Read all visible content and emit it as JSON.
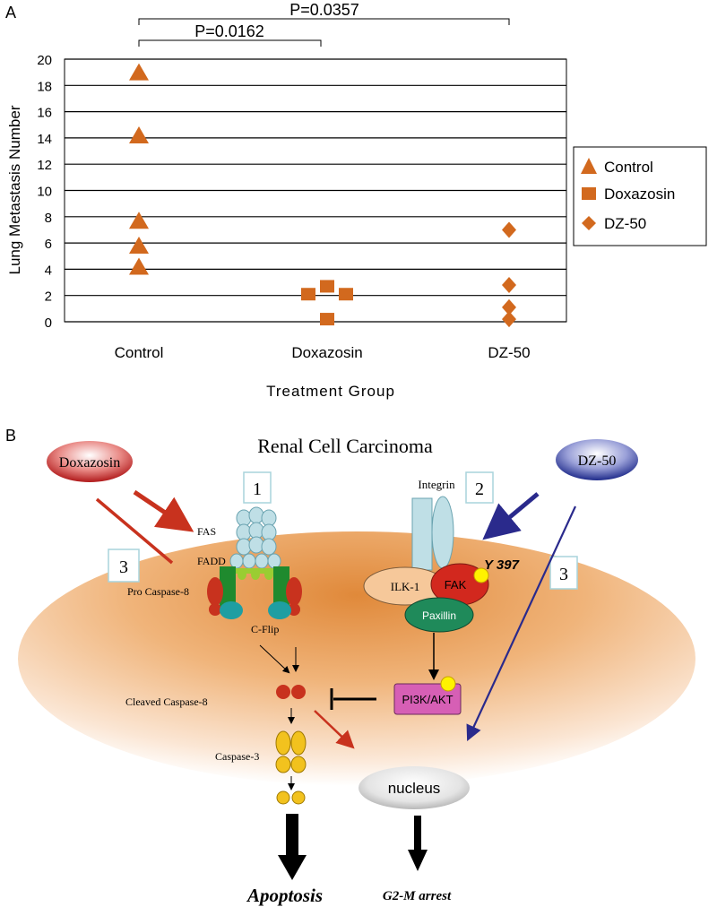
{
  "panel_a": {
    "label": "A",
    "significance": [
      {
        "text": "P=0.0162",
        "from": "Control",
        "to": "Doxazosin"
      },
      {
        "text": "P=0.0357",
        "from": "Control",
        "to": "DZ-50"
      }
    ]
  },
  "chart_data": {
    "type": "scatter",
    "xlabel": "Treatment Group",
    "ylabel": "Lung Metastasis Number",
    "categories": [
      "Control",
      "Doxazosin",
      "DZ-50"
    ],
    "ylim": [
      0,
      20
    ],
    "yticks": [
      0,
      2,
      4,
      6,
      8,
      10,
      12,
      14,
      16,
      18,
      20
    ],
    "grid": true,
    "legend_position": "right",
    "series": [
      {
        "name": "Control",
        "marker": "triangle",
        "color": "#d2691e",
        "points": [
          {
            "x": 0,
            "y": 19
          },
          {
            "x": 0,
            "y": 14.2
          },
          {
            "x": 0,
            "y": 7.7
          },
          {
            "x": 0,
            "y": 5.8
          },
          {
            "x": 0,
            "y": 4.2
          }
        ]
      },
      {
        "name": "Doxazosin",
        "marker": "square",
        "color": "#d2691e",
        "points": [
          {
            "x": 1,
            "y": 2.1,
            "dx": -0.2
          },
          {
            "x": 1,
            "y": 2.7,
            "dx": 0
          },
          {
            "x": 1,
            "y": 2.1,
            "dx": 0.2
          },
          {
            "x": 1,
            "y": 0.2,
            "dx": 0
          }
        ]
      },
      {
        "name": "DZ-50",
        "marker": "diamond",
        "color": "#d2691e",
        "points": [
          {
            "x": 2,
            "y": 7
          },
          {
            "x": 2,
            "y": 2.8
          },
          {
            "x": 2,
            "y": 1.1
          },
          {
            "x": 2,
            "y": 0.2
          }
        ]
      }
    ]
  },
  "panel_b": {
    "label": "B",
    "title": "Renal Cell Carcinoma",
    "drug_left": "Doxazosin",
    "drug_right": "DZ-50",
    "box_1": "1",
    "box_2": "2",
    "box_3_left": "3",
    "box_3_right": "3",
    "fas": "FAS",
    "fadd": "FADD",
    "pro_caspase8": "Pro Caspase-8",
    "cflip": "C-Flip",
    "cleaved_caspase8": "Cleaved Caspase-8",
    "caspase3": "Caspase-3",
    "integrin": "Integrin",
    "ilk1": "ILK-1",
    "fak": "FAK",
    "y397": "Y 397",
    "paxillin": "Paxillin",
    "pi3k": "PI3K/AKT",
    "nucleus": "nucleus",
    "apoptosis": "Apoptosis",
    "g2m": "G2-M arrest",
    "colors": {
      "marker": "#d2691e",
      "red_arrow": "#c8321e",
      "blue_arrow": "#2a2a8c",
      "cell": "#e89a4a"
    }
  }
}
